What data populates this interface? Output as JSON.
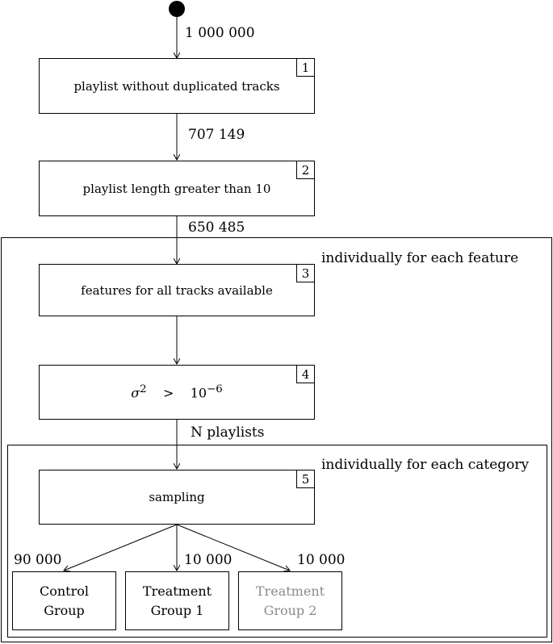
{
  "colors": {
    "line": "#000000",
    "muted_text": "#8a8a8a",
    "background": "#ffffff"
  },
  "flow": {
    "counts": {
      "start": "1 000 000",
      "after_step1": "707 149",
      "after_step2": "650 485",
      "after_step4": "N playlists"
    },
    "steps": [
      {
        "number": "1",
        "label": "playlist without duplicated tracks"
      },
      {
        "number": "2",
        "label": "playlist length greater than 10"
      },
      {
        "number": "3",
        "label": "features for all tracks available"
      },
      {
        "number": "4",
        "label": "σ² > 10⁻⁶"
      },
      {
        "number": "5",
        "label": "sampling"
      }
    ],
    "regions": {
      "outer": "individually for each feature",
      "inner": "individually for each category"
    },
    "groups": [
      {
        "line1": "Control",
        "line2": "Group",
        "count": "90 000"
      },
      {
        "line1": "Treatment",
        "line2": "Group 1",
        "count": "10 000"
      },
      {
        "line1": "Treatment",
        "line2": "Group 2",
        "count": "10 000"
      }
    ],
    "formula": {
      "lhs": "σ",
      "exp": "2",
      "op": ">",
      "base": "10",
      "power": "−6"
    }
  }
}
